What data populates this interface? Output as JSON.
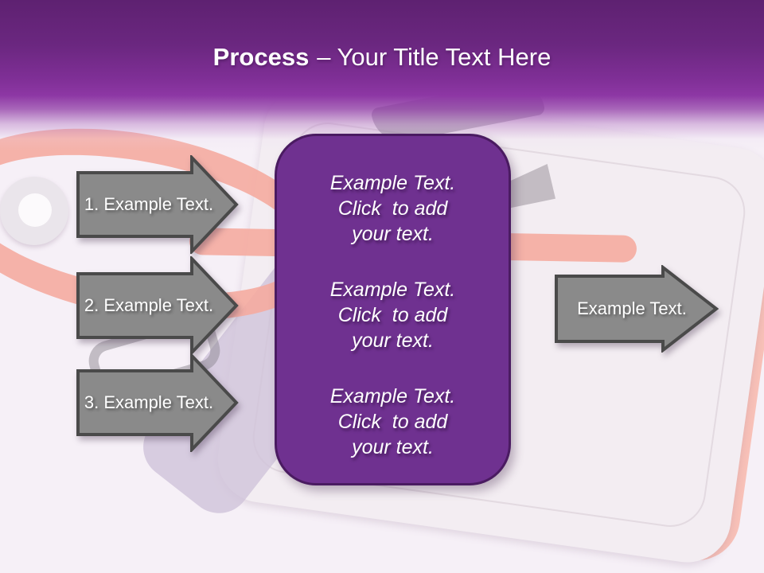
{
  "header": {
    "title_bold": "Process",
    "title_regular": "– Your Title Text Here"
  },
  "steps": [
    {
      "label": "1. Example Text."
    },
    {
      "label": "2. Example Text."
    },
    {
      "label": "3. Example Text."
    }
  ],
  "output_arrow": {
    "label": "Example Text."
  },
  "center_panel": {
    "blocks": [
      [
        "Example Text.",
        "Click  to add",
        "your text."
      ],
      [
        "Example Text.",
        "Click  to add",
        "your text."
      ],
      [
        "Example Text.",
        "Click  to add",
        "your text."
      ]
    ]
  },
  "colors": {
    "header_purple_dark": "#5e2171",
    "header_purple": "#8d37a4",
    "panel_purple": "#6f3190",
    "panel_border_purple": "#4a1b61",
    "arrow_gray": "#8a8a8a",
    "arrow_border_gray": "#4a4a4a",
    "accent_salmon": "#f5aba0",
    "text_white": "#ffffff",
    "background_lavender": "#f6f0f7"
  }
}
